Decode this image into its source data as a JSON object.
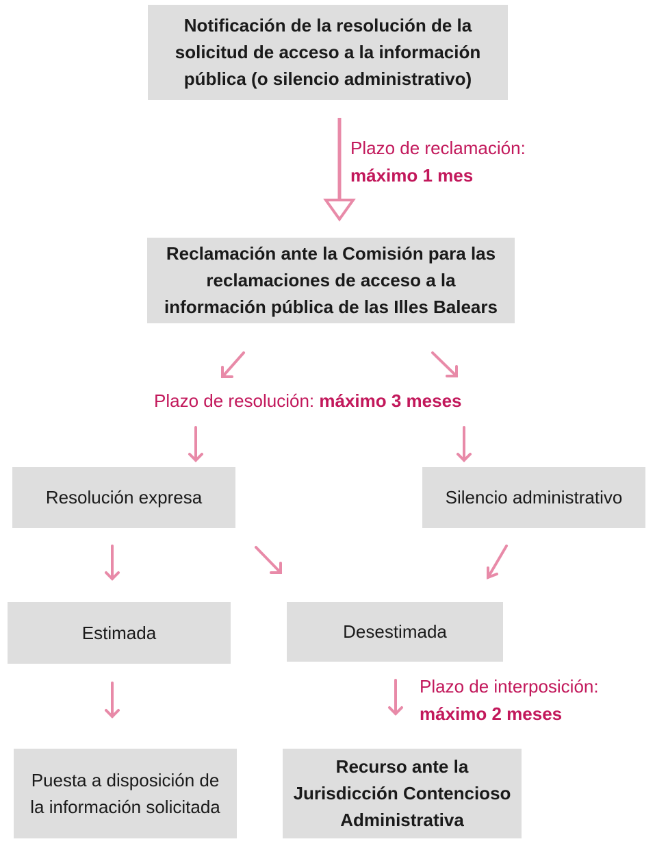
{
  "colors": {
    "box_fill": "#dedede",
    "accent_text": "#c2185b",
    "arrow": "#e88aa8",
    "text": "#1a1a1a"
  },
  "boxes": {
    "notificacion": "Notificación de la resolución de la\nsolicitud de acceso a la información\npública (o silencio administrativo)",
    "reclamacion": "Reclamación ante la Comisión para las\nreclamaciones de acceso  a la\ninformación pública de las Illes Balears",
    "resolucion_expresa": "Resolución expresa",
    "silencio_administrativo": "Silencio administrativo",
    "estimada": "Estimada",
    "desestimada": "Desestimada",
    "puesta_disposicion": "Puesta a disposición de\nla información solicitada",
    "recurso": "Recurso ante la\nJurisdicción Contencioso\nAdministrativa"
  },
  "notes": {
    "reclamacion_label": "Plazo de reclamación:",
    "reclamacion_value": "máximo 1 mes",
    "resolucion_label": "Plazo de resolución: ",
    "resolucion_value": "máximo 3 meses",
    "interposicion_label": "Plazo de interposición:",
    "interposicion_value": "máximo 2 meses"
  }
}
